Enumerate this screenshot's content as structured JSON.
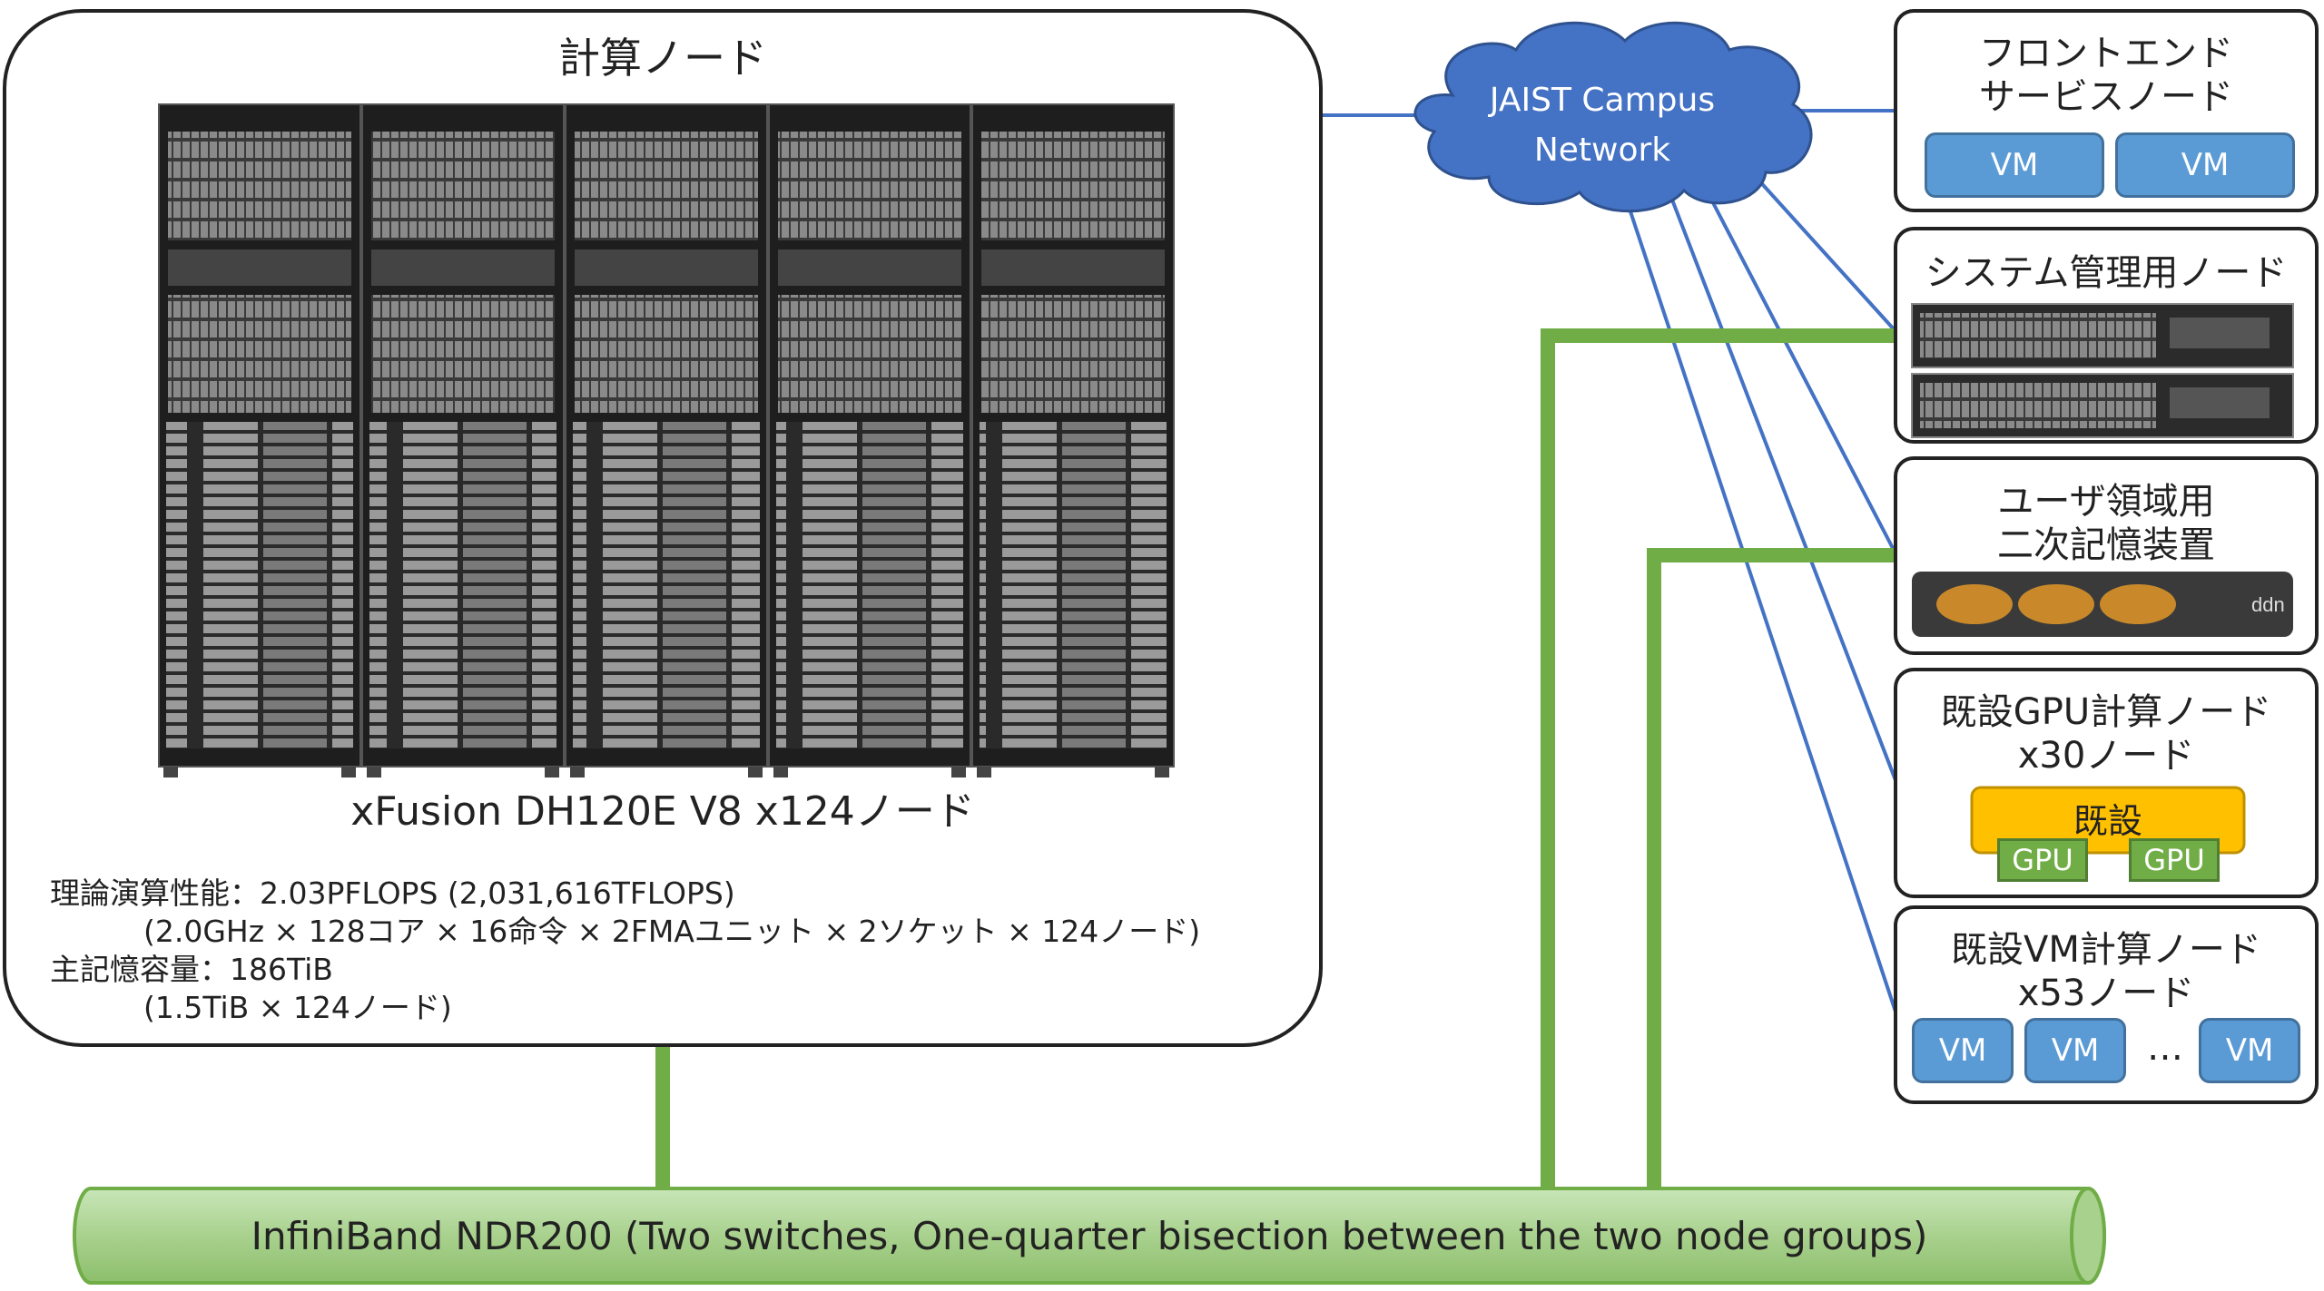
{
  "compute_group": {
    "title": "計算ノード",
    "model": "xFusion DH120E V8 x124ノード",
    "spec_perf": "理論演算性能：2.03PFLOPS (2,031,616TFLOPS)",
    "spec_perf_detail": "(2.0GHz × 128コア × 16命令 × 2FMAユニット × 2ソケット × 124ノード)",
    "spec_mem": "主記憶容量：186TiB",
    "spec_mem_detail": "(1.5TiB × 124ノード)"
  },
  "campus_network": {
    "line1": "JAIST Campus",
    "line2": "Network"
  },
  "frontend": {
    "line1": "フロントエンド",
    "line2": "サービスノード",
    "vms": [
      "VM",
      "VM"
    ]
  },
  "mgmt": {
    "title": "システム管理用ノード"
  },
  "storage": {
    "line1": "ユーザ領域用",
    "line2": "二次記憶装置"
  },
  "gpu_nodes": {
    "line1": "既設GPU計算ノード",
    "line2": "x30ノード",
    "chip": "既設",
    "gpus": [
      "GPU",
      "GPU"
    ]
  },
  "vm_nodes": {
    "line1": "既設VM計算ノード",
    "line2": "x53ノード",
    "vms": [
      "VM",
      "VM",
      "VM"
    ],
    "ellipsis": "…"
  },
  "infiniband": {
    "label": "InfiniBand NDR200 (Two switches, One-quarter bisection between the two node groups)"
  },
  "colors": {
    "ib_green": "#70ad47",
    "net_blue": "#4472c4",
    "cloud_blue": "#4472c4",
    "vm_blue": "#5b9bd5",
    "gpu_gold": "#ffc000"
  }
}
